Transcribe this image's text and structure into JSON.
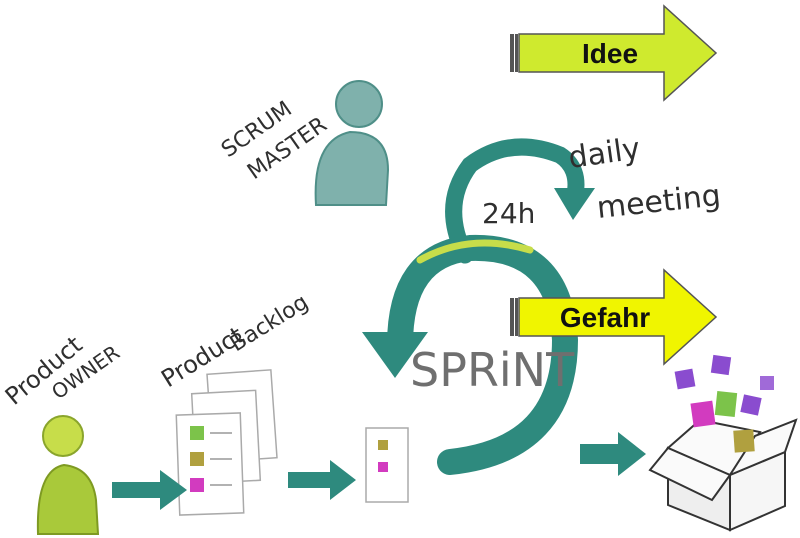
{
  "labels": {
    "scrum_master_line1": "SCRUM",
    "scrum_master_line2": "MASTER",
    "daily": "daily",
    "meeting": "meeting",
    "cycle": "24h",
    "product_owner_line1": "Product",
    "product_owner_line2": "OWNER",
    "backlog_line1": "Product",
    "backlog_line2": "Backlog",
    "sprint": "SPRiNT"
  },
  "callouts": [
    {
      "label": "Idee",
      "color": "#cfea2e"
    },
    {
      "label": "Gefahr",
      "color": "#f0f500"
    }
  ],
  "colors": {
    "teal": "#2e8a7e",
    "teal_light": "#7fb1ac",
    "lime": "#c7dd4a",
    "green_card": "#7cc34a",
    "olive_card": "#b0a03f",
    "magenta_card": "#d23bbf",
    "purple_card": "#8a4ccf",
    "ink": "#2f2f2f"
  }
}
